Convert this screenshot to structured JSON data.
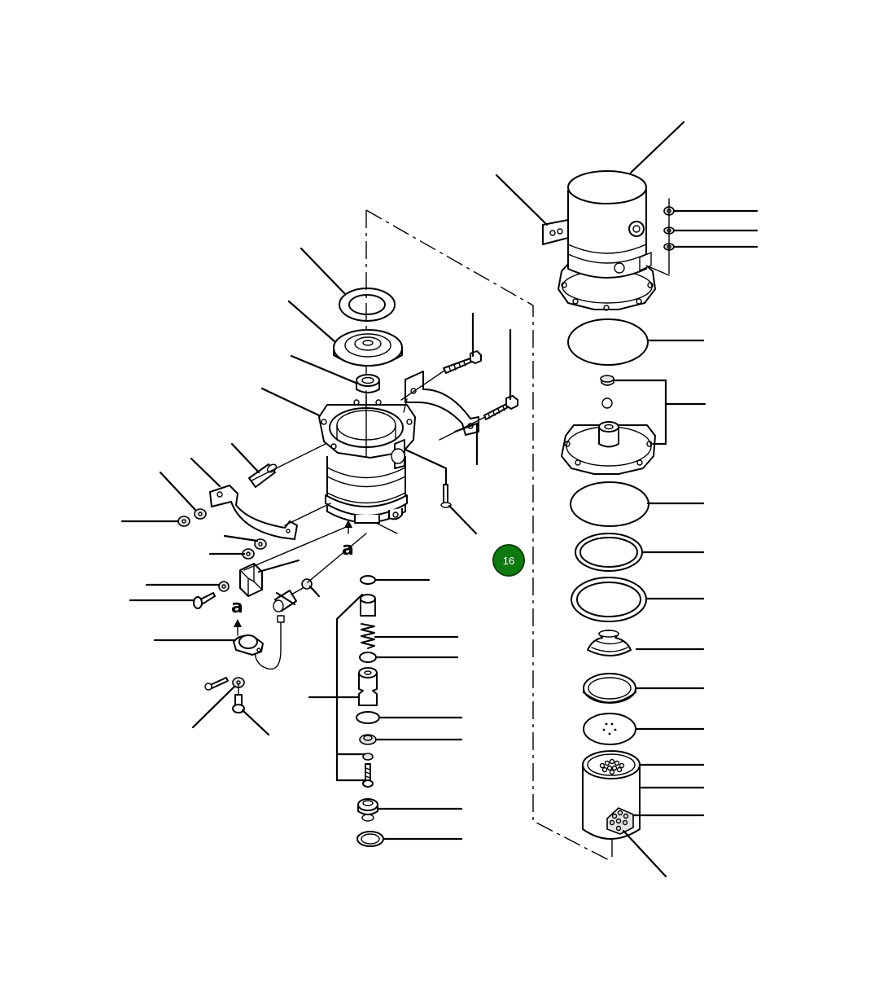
{
  "diagram": {
    "reference_letters": [
      "a",
      "a"
    ],
    "badge": {
      "label": "16",
      "color": "#0f7a0f",
      "border_color": "#0a3f0a"
    }
  }
}
